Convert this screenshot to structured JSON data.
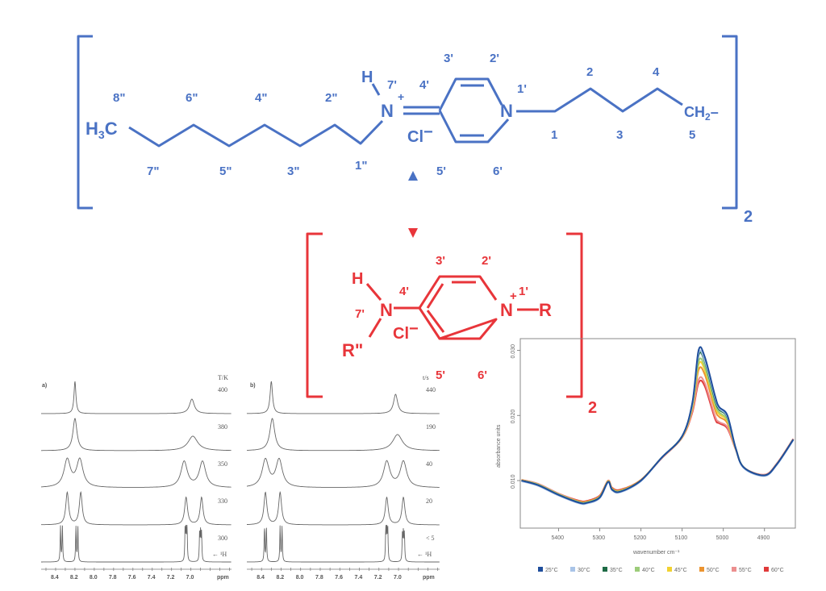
{
  "blue_structure": {
    "color": "#4a72c4",
    "labels": {
      "l8pp": "8\"",
      "l6pp": "6\"",
      "l4pp": "4\"",
      "l2pp": "2\"",
      "l7pp": "7\"",
      "l5pp": "5\"",
      "l3pp": "3\"",
      "l1pp": "1\"",
      "H": "H",
      "l7p": "7'",
      "plus": "+",
      "l4p": "4'",
      "l3p": "3'",
      "l2p": "2'",
      "l1p": "1'",
      "l5p": "5'",
      "l6p": "6'",
      "N": "N",
      "Cl": "Cl",
      "minus": "−",
      "c1": "1",
      "c2": "2",
      "c3": "3",
      "c4": "4",
      "c5": "5",
      "H3C_H": "H",
      "H3C_3": "3",
      "H3C_C": "C",
      "CH2_CH": "CH",
      "CH2_2": "2",
      "CH2_dash": "–",
      "subscript": "2"
    }
  },
  "red_structure": {
    "color": "#e8353a",
    "labels": {
      "H": "H",
      "l7p": "7'",
      "N": "N",
      "R2": "R\"",
      "l4p": "4'",
      "l3p": "3'",
      "l2p": "2'",
      "l1p": "1'",
      "plus": "+",
      "N1": "N",
      "R": "R",
      "Cl": "Cl",
      "minus": "−",
      "l5p": "5'",
      "l6p": "6'",
      "subscript": "2"
    }
  },
  "chart_data": [
    {
      "type": "line",
      "title": "a)",
      "xlabel": "ppm",
      "series_label": "T/K",
      "nucleus": "← ¹H",
      "xticks": [
        "8.4",
        "8.2",
        "8.0",
        "7.8",
        "7.6",
        "7.4",
        "7.2",
        "7.0"
      ],
      "xlim": [
        8.55,
        6.58
      ],
      "traces": [
        {
          "label": "400",
          "peaks": [
            [
              8.2,
              0.012,
              1.0
            ],
            [
              6.99,
              0.03,
              0.45
            ]
          ]
        },
        {
          "label": "380",
          "peaks": [
            [
              8.2,
              0.025,
              1.0
            ],
            [
              6.98,
              0.06,
              0.45
            ]
          ]
        },
        {
          "label": "350",
          "peaks": [
            [
              8.28,
              0.04,
              0.85
            ],
            [
              8.15,
              0.04,
              0.85
            ],
            [
              7.07,
              0.04,
              0.8
            ],
            [
              6.88,
              0.04,
              0.8
            ]
          ]
        },
        {
          "label": "330",
          "peaks": [
            [
              8.28,
              0.018,
              1.0
            ],
            [
              8.14,
              0.018,
              1.0
            ],
            [
              7.05,
              0.018,
              0.85
            ],
            [
              6.89,
              0.018,
              0.85
            ]
          ]
        },
        {
          "label": "300",
          "peaks": [
            [
              8.35,
              0.004,
              1.1
            ],
            [
              8.33,
              0.004,
              1.1
            ],
            [
              8.19,
              0.004,
              1.1
            ],
            [
              8.17,
              0.004,
              1.1
            ],
            [
              7.06,
              0.004,
              1.0
            ],
            [
              7.05,
              0.004,
              1.0
            ],
            [
              7.04,
              0.004,
              1.0
            ],
            [
              6.91,
              0.004,
              0.85
            ],
            [
              6.9,
              0.004,
              0.85
            ],
            [
              6.89,
              0.004,
              0.85
            ]
          ]
        }
      ]
    },
    {
      "type": "line",
      "title": "b)",
      "xlabel": "ppm",
      "series_label": "t/s",
      "nucleus": "← ¹H",
      "xticks": [
        "8.4",
        "8.2",
        "8.0",
        "7.8",
        "7.6",
        "7.4",
        "7.2",
        "7.0"
      ],
      "xlim": [
        8.55,
        6.58
      ],
      "traces": [
        {
          "label": "440",
          "peaks": [
            [
              8.3,
              0.015,
              1.0
            ],
            [
              7.03,
              0.025,
              0.6
            ]
          ]
        },
        {
          "label": "190",
          "peaks": [
            [
              8.29,
              0.03,
              1.0
            ],
            [
              7.01,
              0.06,
              0.5
            ]
          ]
        },
        {
          "label": "40",
          "peaks": [
            [
              8.36,
              0.04,
              0.85
            ],
            [
              8.22,
              0.04,
              0.85
            ],
            [
              7.12,
              0.04,
              0.8
            ],
            [
              6.95,
              0.04,
              0.8
            ]
          ]
        },
        {
          "label": "20",
          "peaks": [
            [
              8.36,
              0.018,
              1.0
            ],
            [
              8.21,
              0.018,
              1.0
            ],
            [
              7.12,
              0.018,
              0.85
            ],
            [
              6.95,
              0.018,
              0.85
            ]
          ]
        },
        {
          "label": "< 5",
          "peaks": [
            [
              8.37,
              0.004,
              1.1
            ],
            [
              8.35,
              0.004,
              1.1
            ],
            [
              8.21,
              0.004,
              1.1
            ],
            [
              8.19,
              0.004,
              1.1
            ],
            [
              7.13,
              0.004,
              1.0
            ],
            [
              7.12,
              0.004,
              1.0
            ],
            [
              7.11,
              0.004,
              1.0
            ],
            [
              6.96,
              0.004,
              0.85
            ],
            [
              6.95,
              0.004,
              0.85
            ],
            [
              6.94,
              0.004,
              0.85
            ]
          ]
        }
      ]
    },
    {
      "type": "line",
      "title": "",
      "xlabel": "wavenumber cm⁻¹",
      "ylabel": "absorbance units",
      "xlim": [
        5493,
        4825
      ],
      "ylim": [
        0.0027,
        0.0318
      ],
      "xticks": [
        5400,
        5300,
        5200,
        5100,
        5000,
        4900
      ],
      "yticks": [
        "0.010",
        "0.020",
        "0.030"
      ],
      "ytick_values": [
        0.01,
        0.02,
        0.03
      ],
      "legend_position": "bottom",
      "x": [
        5490,
        5450,
        5400,
        5350,
        5330,
        5300,
        5280,
        5270,
        5250,
        5200,
        5150,
        5100,
        5075,
        5060,
        5045,
        5020,
        5010,
        4990,
        4970,
        4950,
        4900,
        4870,
        4830
      ],
      "series": [
        {
          "name": "60°C",
          "color": "#e03a3a",
          "values": [
            0.0101,
            0.0095,
            0.008,
            0.0069,
            0.0069,
            0.0077,
            0.01,
            0.0089,
            0.0086,
            0.0101,
            0.0134,
            0.0166,
            0.0205,
            0.025,
            0.0245,
            0.0195,
            0.0188,
            0.018,
            0.0148,
            0.012,
            0.0109,
            0.0126,
            0.0164
          ]
        },
        {
          "name": "55°C",
          "color": "#ec8f8f",
          "values": [
            0.0101,
            0.0095,
            0.008,
            0.0068,
            0.0068,
            0.0076,
            0.01,
            0.0088,
            0.0085,
            0.0101,
            0.0134,
            0.0166,
            0.0207,
            0.0255,
            0.025,
            0.0199,
            0.019,
            0.0182,
            0.0148,
            0.012,
            0.0109,
            0.0126,
            0.0164
          ]
        },
        {
          "name": "50°C",
          "color": "#ec9430",
          "values": [
            0.0101,
            0.0094,
            0.0079,
            0.0068,
            0.0068,
            0.0076,
            0.0099,
            0.0088,
            0.0085,
            0.0101,
            0.0135,
            0.0167,
            0.0211,
            0.027,
            0.0263,
            0.0209,
            0.0198,
            0.0188,
            0.0149,
            0.012,
            0.0108,
            0.0125,
            0.0163
          ]
        },
        {
          "name": "45°C",
          "color": "#f2d230",
          "values": [
            0.01,
            0.0094,
            0.0079,
            0.0067,
            0.0067,
            0.0075,
            0.0099,
            0.0087,
            0.0084,
            0.01,
            0.0135,
            0.0167,
            0.0213,
            0.0278,
            0.027,
            0.0215,
            0.0202,
            0.0191,
            0.0149,
            0.012,
            0.0108,
            0.0125,
            0.0163
          ]
        },
        {
          "name": "40°C",
          "color": "#9ccc7a",
          "values": [
            0.01,
            0.0094,
            0.0079,
            0.0067,
            0.0067,
            0.0075,
            0.0098,
            0.0087,
            0.0084,
            0.01,
            0.0135,
            0.0168,
            0.0215,
            0.0283,
            0.0275,
            0.0218,
            0.0205,
            0.0193,
            0.015,
            0.012,
            0.0108,
            0.0125,
            0.0163
          ]
        },
        {
          "name": "35°C",
          "color": "#1e6b45",
          "values": [
            0.01,
            0.0093,
            0.0078,
            0.0066,
            0.0066,
            0.0074,
            0.0098,
            0.0086,
            0.0083,
            0.01,
            0.0135,
            0.0168,
            0.0218,
            0.0292,
            0.0283,
            0.0224,
            0.0209,
            0.0197,
            0.015,
            0.012,
            0.0108,
            0.0125,
            0.0163
          ]
        },
        {
          "name": "30°C",
          "color": "#a9c4e8",
          "values": [
            0.0099,
            0.0092,
            0.0077,
            0.0065,
            0.0065,
            0.0073,
            0.0097,
            0.0085,
            0.0082,
            0.0099,
            0.0135,
            0.0168,
            0.0218,
            0.0295,
            0.0285,
            0.0227,
            0.0211,
            0.0198,
            0.015,
            0.0119,
            0.0107,
            0.0124,
            0.0162
          ]
        },
        {
          "name": "25°C",
          "color": "#1f4e9c",
          "values": [
            0.01,
            0.0093,
            0.0078,
            0.0066,
            0.0066,
            0.0074,
            0.0098,
            0.0086,
            0.0083,
            0.01,
            0.0135,
            0.0168,
            0.022,
            0.03,
            0.029,
            0.023,
            0.0213,
            0.02,
            0.015,
            0.012,
            0.0108,
            0.0125,
            0.0163
          ]
        }
      ]
    }
  ]
}
